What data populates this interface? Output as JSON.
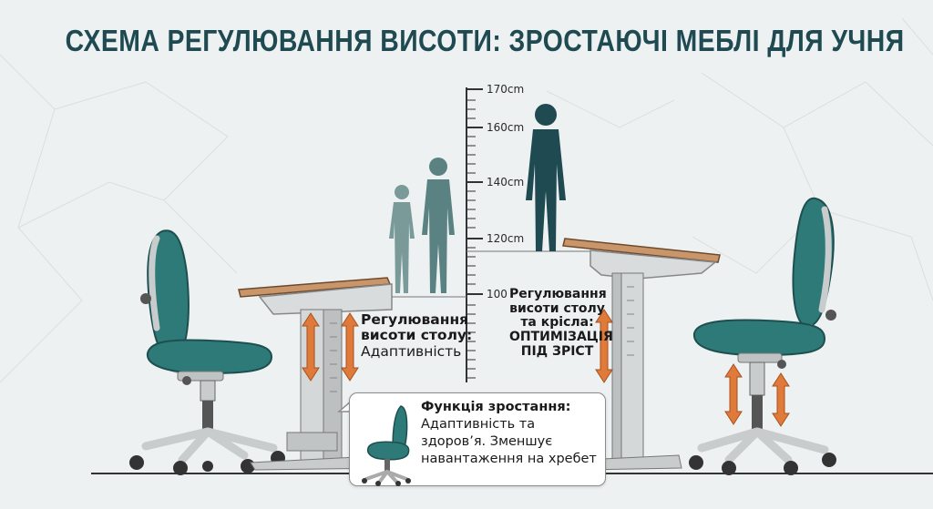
{
  "title": "СХЕМА РЕГУЛЮВАННЯ ВИСОТИ: ЗРОСТАЮЧІ МЕБЛІ ДЛЯ УЧНЯ",
  "scale": {
    "unit": "cm",
    "tick_labels": [
      "170cm",
      "160cm",
      "140cm",
      "120cm",
      "100"
    ]
  },
  "left_label": {
    "heading": "Регулювання висоти столу:",
    "heading_line1": "Регулювання",
    "heading_line2": "висоти столу:",
    "text": "Адаптивність"
  },
  "right_label": {
    "line1": "Регулювання",
    "line2": "висоти столу",
    "line3": "та крісла:",
    "line4": "ОПТИМІЗАЦІЯ",
    "line5": "ПІД ЗРІСТ"
  },
  "callout": {
    "heading": "Функція зростання:",
    "line1": "Адаптивність та",
    "line2": "здоров’я. Зменшує",
    "line3": "навантаження на хребет"
  },
  "colors": {
    "title": "#1f4a52",
    "seat_teal": "#2e7a78",
    "desk_wood": "#c9956a",
    "arrow_orange": "#e07a3a",
    "frame_gray": "#c8cccc",
    "child_silhouette": "#1f4a52",
    "child_faded": "#7a9a9a",
    "background": "#eef1f1"
  }
}
